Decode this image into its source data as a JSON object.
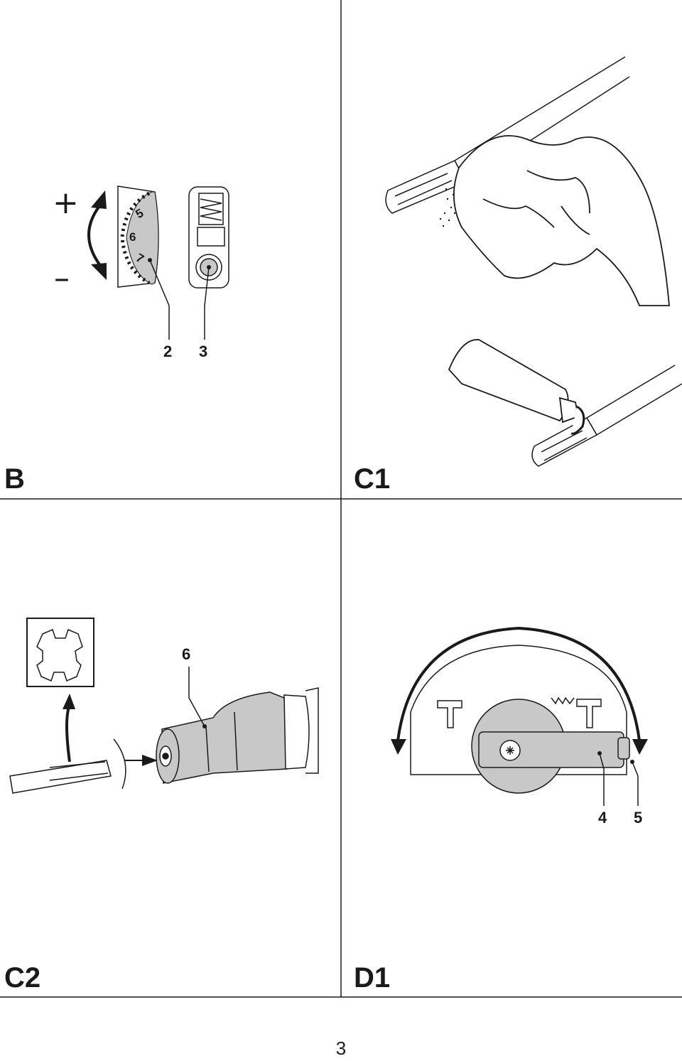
{
  "page_number": "3",
  "figures": [
    {
      "label": "B",
      "symbols": {
        "plus": "+",
        "minus": "–"
      },
      "dial_numbers": [
        "5",
        "6",
        "7"
      ],
      "callouts": [
        "2",
        "3"
      ]
    },
    {
      "label": "C1"
    },
    {
      "label": "C2",
      "callouts": [
        "6"
      ]
    },
    {
      "label": "D1",
      "callouts": [
        "4",
        "5"
      ]
    }
  ],
  "colors": {
    "line": "#1a1a1a",
    "fill_gray": "#c8c8c8",
    "background": "#ffffff"
  }
}
